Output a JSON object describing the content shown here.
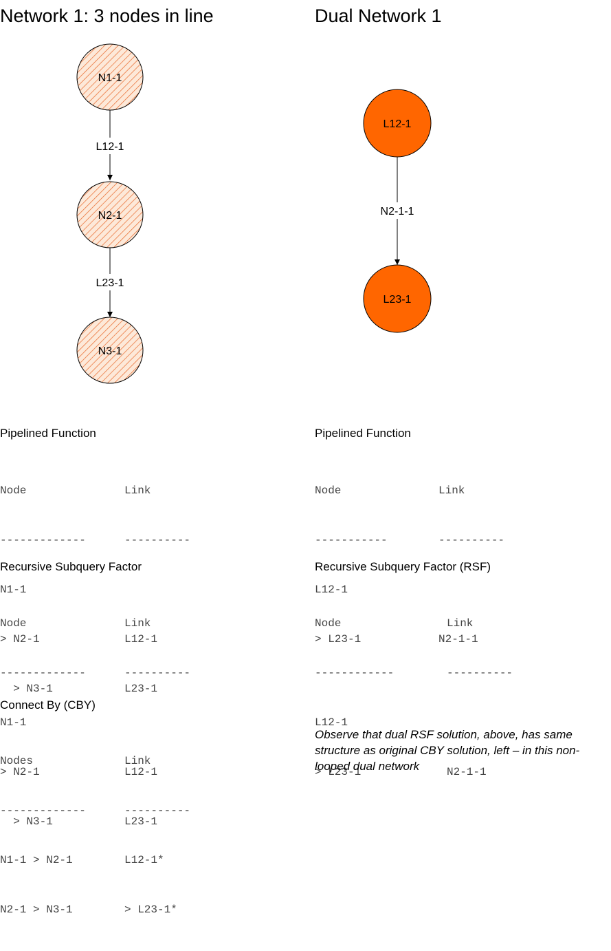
{
  "left": {
    "title": "Network 1: 3 nodes in line",
    "nodes": [
      "N1-1",
      "N2-1",
      "N3-1"
    ],
    "links": [
      "L12-1",
      "L23-1"
    ]
  },
  "right": {
    "title": "Dual Network 1",
    "nodes": [
      "L12-1",
      "L23-1"
    ],
    "links": [
      "N2-1-1"
    ]
  },
  "colors": {
    "hatch_fill": "#fde9d9",
    "hatch_stroke": "#e8682a",
    "dual_fill": "#ff6600",
    "edge": "#000000"
  },
  "tables": [
    {
      "heading": "Pipelined Function",
      "col1_header": "Node",
      "col1_rule": "-------------",
      "col2_header": "Link",
      "col2_rule": "----------",
      "rows": [
        {
          "c1": "N1-1",
          "c2": ""
        },
        {
          "c1": "> N2-1",
          "c2": "L12-1"
        },
        {
          "c1": "  > N3-1",
          "c2": "L23-1"
        }
      ]
    },
    {
      "heading": "Recursive Subquery Factor",
      "col1_header": "Node",
      "col1_rule": "-------------",
      "col2_header": "Link",
      "col2_rule": "----------",
      "rows": [
        {
          "c1": "N1-1",
          "c2": ""
        },
        {
          "c1": "> N2-1",
          "c2": "L12-1"
        },
        {
          "c1": "  > N3-1",
          "c2": "L23-1"
        }
      ]
    },
    {
      "heading": "Connect By (CBY)",
      "col1_header": "Nodes",
      "col1_rule": "-------------",
      "col2_header": "Link",
      "col2_rule": "----------",
      "rows": [
        {
          "c1": "N1-1 > N2-1",
          "c2": "L12-1*"
        },
        {
          "c1": "N2-1 > N3-1",
          "c2": "> L23-1*"
        }
      ]
    },
    {
      "heading": "Pipelined Function",
      "col1_header": "Node",
      "col1_rule": "-----------",
      "col2_header": "Link",
      "col2_rule": "----------",
      "rows": [
        {
          "c1": "L12-1",
          "c2": ""
        },
        {
          "c1": "> L23-1",
          "c2": "N2-1-1"
        }
      ]
    },
    {
      "heading": "Recursive Subquery Factor (RSF)",
      "col1_header": "Node",
      "col1_rule": "------------",
      "col2_header": "Link",
      "col2_rule": "----------",
      "rows": [
        {
          "c1": "L12-1",
          "c2": ""
        },
        {
          "c1": "> L23-1",
          "c2": "N2-1-1"
        }
      ]
    }
  ],
  "note": "Observe that dual RSF solution, above, has same structure as original CBY solution, left – in this non-looped dual network"
}
